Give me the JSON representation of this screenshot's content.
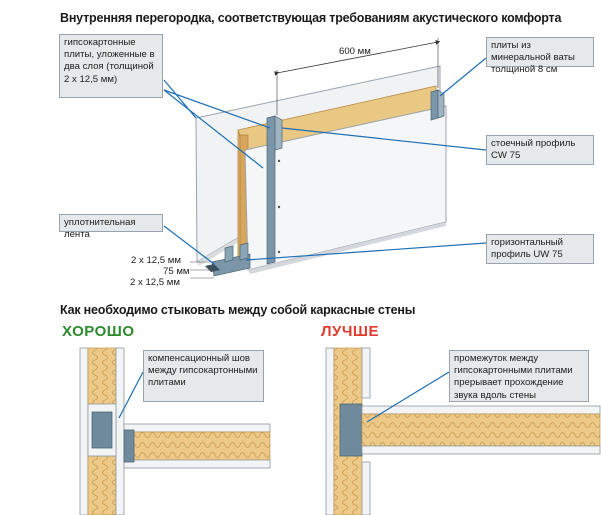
{
  "title": "Внутренняя перегородка, соответствующая требованиям акустического комфорта",
  "labels": {
    "gypsum": "гипсокартонные плиты, уложенные в два слоя (толщиной 2 х 12,5 мм)",
    "mineral": "плиты из минеральной ваты толщиной 8 см",
    "stud": "стоечный профиль CW 75",
    "seal": "уплотнительная лента",
    "track": "горизонтальный профиль UW 75"
  },
  "dimensions": {
    "spacing": "600 мм",
    "d1": "2 х 12,5 мм",
    "d2": "75 мм",
    "d3": "2 х 12,5 мм"
  },
  "section2_title": "Как необходимо стыковать между собой каркасные стены",
  "good": {
    "verdict": "ХОРОШО",
    "note": "компенсационный шов между гипсокартонными плитами"
  },
  "better": {
    "verdict": "ЛУЧШЕ",
    "note": "промежуток между гипсокартонными плитами прерывает прохождение звука вдоль стены"
  },
  "colors": {
    "good": "#2e8a2e",
    "better": "#e03a2c",
    "leader": "#1e6fb5",
    "wool": "#e9c884",
    "steel": "#7b96a8",
    "callout_bg": "#e6e9ec"
  },
  "icons": [
    "dimension-arrow-icon",
    "leader-line-icon"
  ]
}
